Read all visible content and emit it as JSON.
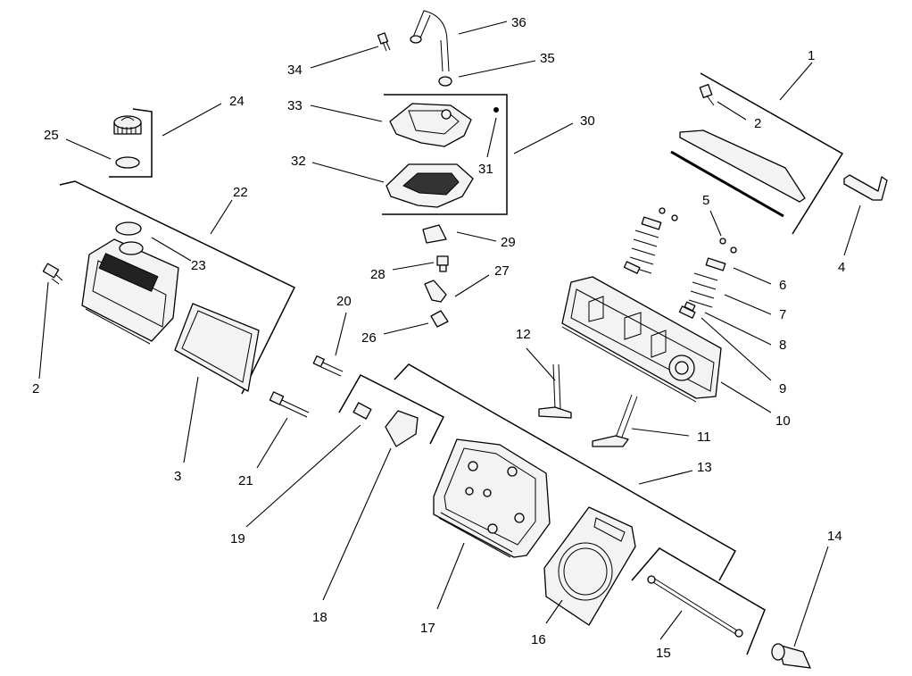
{
  "callouts": [
    "1",
    "2",
    "2",
    "3",
    "4",
    "5",
    "6",
    "7",
    "8",
    "9",
    "10",
    "11",
    "12",
    "13",
    "14",
    "15",
    "16",
    "17",
    "18",
    "19",
    "20",
    "21",
    "22",
    "23",
    "24",
    "25",
    "26",
    "27",
    "28",
    "29",
    "30",
    "31",
    "32",
    "33",
    "34",
    "35",
    "36"
  ],
  "colors": {
    "line": "#000000",
    "background": "#ffffff",
    "fill": "#f3f3f3"
  }
}
